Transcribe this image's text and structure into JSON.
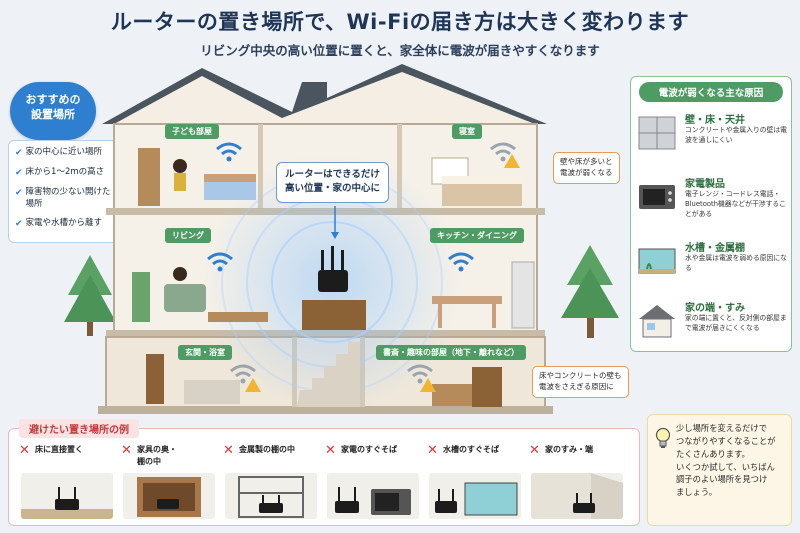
{
  "header": {
    "title": "ルーターの置き場所で、Wi-Fiの届き方は大きく変わります",
    "subtitle": "リビング中央の高い位置に置くと、家全体に電波が届きやすくなります"
  },
  "recommended": {
    "heading": "おすすめの\n設置場所",
    "items": [
      "家の中心に近い場所",
      "床から1〜2mの高さ",
      "障害物の少ない開けた場所",
      "家電や水槽から離す"
    ]
  },
  "rooms": {
    "kids": "子ども部屋",
    "bedroom": "寝室",
    "living": "リビング",
    "kitchen": "キッチン・ダイニング",
    "entrance": "玄関・浴室",
    "study": "書斎・趣味の部屋（地下・離れなど）"
  },
  "callouts": {
    "router": "ルーターはできるだけ\n高い位置・家の中心に",
    "walls_floors": "壁や床が多いと\n電波が弱くなる",
    "concrete": "床やコンクリートの壁も\n電波をさえぎる原因に"
  },
  "causes": {
    "heading": "電波が弱くなる主な原因",
    "items": [
      {
        "title": "壁・床・天井",
        "desc": "コンクリートや金属入りの壁は電波を通しにくい",
        "icon": "wall-icon"
      },
      {
        "title": "家電製品",
        "desc": "電子レンジ・コードレス電話・Bluetooth機器などが干渉することがある",
        "icon": "microwave-icon"
      },
      {
        "title": "水槽・金属棚",
        "desc": "水や金属は電波を弱める原因になる",
        "icon": "aquarium-icon"
      },
      {
        "title": "家の端・すみ",
        "desc": "家の端に置くと、反対側の部屋まで電波が届きにくくなる",
        "icon": "house-icon"
      }
    ]
  },
  "avoid": {
    "heading": "避けたい置き場所の例",
    "items": [
      {
        "label": "床に直接置く"
      },
      {
        "label": "家具の奥・\n棚の中"
      },
      {
        "label": "金属製の棚の中"
      },
      {
        "label": "家電のすぐそば"
      },
      {
        "label": "水槽のすぐそば"
      },
      {
        "label": "家のすみ・端"
      }
    ]
  },
  "tip": {
    "text": "少し場所を変えるだけで\nつながりやすくなることが\nたくさんあります。\nいくつか試して、いちばん\n調子のよい場所を見つけ\nましょう。"
  },
  "colors": {
    "accent_blue": "#2f7fd0",
    "accent_green": "#4e9b63",
    "warning_red": "#d43c3c",
    "callout_orange": "#e79a52"
  }
}
